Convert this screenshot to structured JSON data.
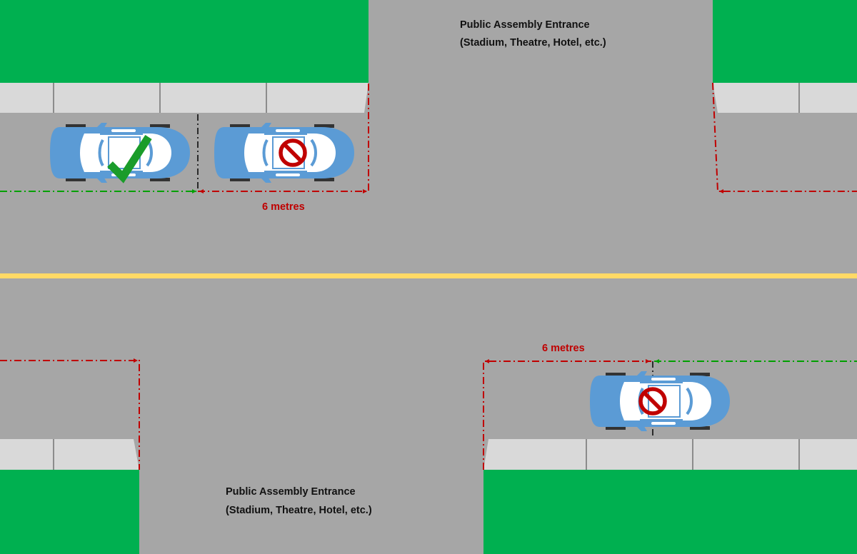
{
  "top_entrance": {
    "title": "Public Assembly Entrance",
    "subtitle": "(Stadium, Theatre, Hotel, etc.)"
  },
  "bottom_entrance": {
    "title": "Public Assembly Entrance",
    "subtitle": "(Stadium, Theatre, Hotel, etc.)"
  },
  "top_distance_label": "6 metres",
  "bottom_distance_label": "6 metres",
  "cars": [
    {
      "id": "top-left",
      "status": "allowed",
      "icon": "check-icon"
    },
    {
      "id": "top-right",
      "status": "prohibited",
      "icon": "no-parking-icon"
    },
    {
      "id": "bottom",
      "status": "prohibited",
      "icon": "no-parking-icon"
    }
  ],
  "colors": {
    "road": "#a6a6a6",
    "grass": "#00b050",
    "sidewalk": "#d9d9d9",
    "center_line": "#ffd966",
    "car_body": "#5b9bd5",
    "restricted_line": "#c00000",
    "allowed_line": "#00a000",
    "check": "#1a9c2a",
    "prohibit": "#c00000"
  }
}
